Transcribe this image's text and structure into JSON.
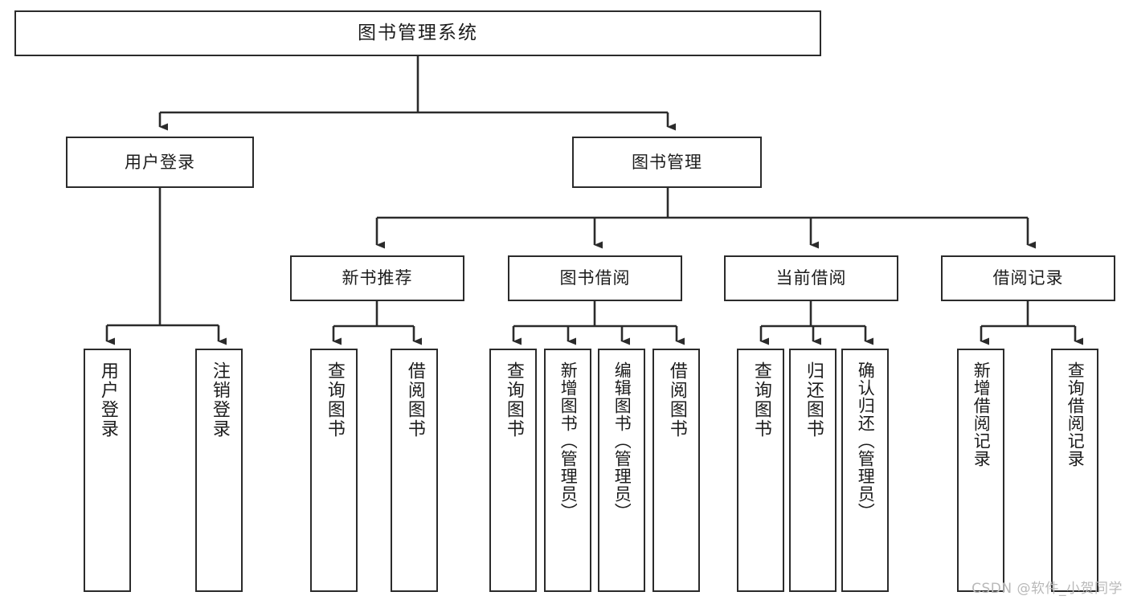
{
  "diagram": {
    "type": "tree",
    "title": "图书管理系统",
    "root": {
      "label": "图书管理系统"
    },
    "level2": [
      {
        "label": "用户登录"
      },
      {
        "label": "图书管理"
      }
    ],
    "level3": [
      {
        "label": "新书推荐"
      },
      {
        "label": "图书借阅"
      },
      {
        "label": "当前借阅"
      },
      {
        "label": "借阅记录"
      }
    ],
    "leaves": {
      "user_login": [
        {
          "label": "用户登录"
        },
        {
          "label": "注销登录"
        }
      ],
      "new_book_recommend": [
        {
          "label": "查询图书"
        },
        {
          "label": "借阅图书"
        }
      ],
      "book_borrow": [
        {
          "label": "查询图书"
        },
        {
          "label": "新增图书（管理员）"
        },
        {
          "label": "编辑图书（管理员）"
        },
        {
          "label": "借阅图书"
        }
      ],
      "current_borrow": [
        {
          "label": "查询图书"
        },
        {
          "label": "归还图书"
        },
        {
          "label": "确认归还（管理员）"
        }
      ],
      "borrow_record": [
        {
          "label": "新增借阅记录"
        },
        {
          "label": "查询借阅记录"
        }
      ]
    }
  },
  "watermark": {
    "text": "CSDN @软件_小贺同学"
  },
  "colors": {
    "stroke": "#2b2b2b",
    "background": "#ffffff",
    "text": "#1c1c1c",
    "watermark": "#b9b9b9"
  }
}
